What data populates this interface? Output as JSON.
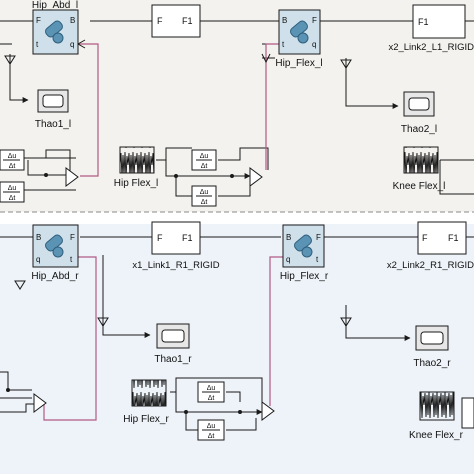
{
  "colors": {
    "top_panel_bg": "#f3f2ef",
    "bottom_panel_bg": "#edf3f8",
    "wire": "#1a1a1a",
    "physical_wire": "#b35a84",
    "joint_block_fill": "#cfe0ea",
    "joint_icon": "#5b93b4",
    "scope_fill": "#e7e7e7",
    "separator": "#8a8a8a"
  },
  "top": {
    "hip_abd": {
      "title": "Hip_Abd_l",
      "port_b": "B",
      "port_f": "F",
      "port_q": "q",
      "port_t": "t"
    },
    "link1": {
      "in": "F",
      "out": "F1",
      "label": ""
    },
    "hip_flex": {
      "label": "Hip_Flex_l",
      "port_b": "B",
      "port_f": "F",
      "port_q": "q",
      "port_t": "t"
    },
    "link2": {
      "in": "F1",
      "out": "",
      "label": "x2_Link2_L1_RIGID"
    },
    "scope1": {
      "label": "Thao1_l"
    },
    "scope2": {
      "label": "Thao2_l"
    },
    "signal_hip": {
      "label": "Hip Flex_l"
    },
    "signal_knee": {
      "label": "Knee Flex_l"
    },
    "deriv": {
      "top": "Δu",
      "bottom": "Δt"
    }
  },
  "bottom": {
    "hip_abd": {
      "label": "Hip_Abd_r",
      "port_b": "B",
      "port_f": "F",
      "port_q": "q",
      "port_t": "t"
    },
    "link1": {
      "in": "F",
      "out": "F1",
      "label": "x1_Link1_R1_RIGID"
    },
    "hip_flex": {
      "label": "Hip_Flex_r",
      "port_b": "B",
      "port_f": "F",
      "port_q": "q",
      "port_t": "t"
    },
    "link2": {
      "in": "F",
      "out": "F1",
      "label": "x2_Link2_R1_RIGID"
    },
    "scope1": {
      "label": "Thao1_r"
    },
    "scope2": {
      "label": "Thao2_r"
    },
    "signal_hip": {
      "label": "Hip Flex_r"
    },
    "signal_knee": {
      "label": "Knee Flex_r"
    },
    "deriv": {
      "top": "Δu",
      "bottom": "Δt"
    }
  }
}
